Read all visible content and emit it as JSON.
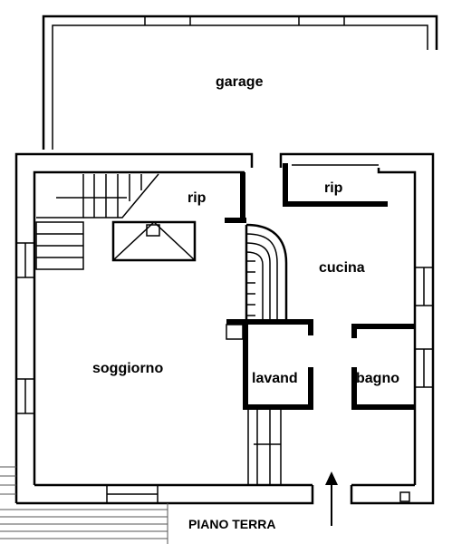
{
  "rooms": {
    "garage": "garage",
    "rip_left": "rip",
    "rip_right": "rip",
    "cucina": "cucina",
    "soggiorno": "soggiorno",
    "lavand": "lavand",
    "bagno": "bagno"
  },
  "floor_label": "PIANO TERRA",
  "colors": {
    "wall": "#000000",
    "background": "#ffffff"
  }
}
